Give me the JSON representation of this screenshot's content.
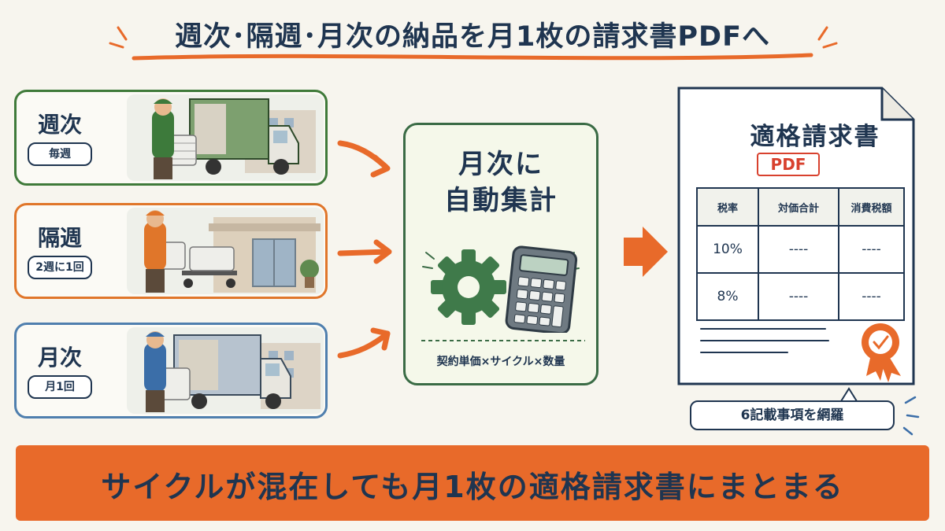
{
  "title": "週次･隔週･月次の納品を月1枚の請求書PDFへ",
  "cycles": [
    {
      "name": "週次",
      "frequency": "毎週",
      "color": "#3f7a3a"
    },
    {
      "name": "隔週",
      "frequency": "2週に1回",
      "color": "#e0762a"
    },
    {
      "name": "月次",
      "frequency": "月1回",
      "color": "#4f7fae"
    }
  ],
  "center": {
    "line1": "月次に",
    "line2": "自動集計",
    "formula": "契約単価×サイクル×数量",
    "icons": [
      "gear-icon",
      "calculator-icon"
    ]
  },
  "invoice": {
    "title": "適格請求書",
    "badge": "PDF",
    "headers": [
      "税率",
      "対価合計",
      "消費税額"
    ],
    "rows": [
      {
        "rate": "10%",
        "total": "----",
        "tax": "----"
      },
      {
        "rate": "8%",
        "total": "----",
        "tax": "----"
      }
    ],
    "note": "6記載事項を網羅"
  },
  "banner": "サイクルが混在しても月1枚の適格請求書にまとまる",
  "colors": {
    "navy": "#1f3550",
    "orange": "#e86a2a",
    "green": "#3a6b45",
    "red": "#d8412e"
  }
}
